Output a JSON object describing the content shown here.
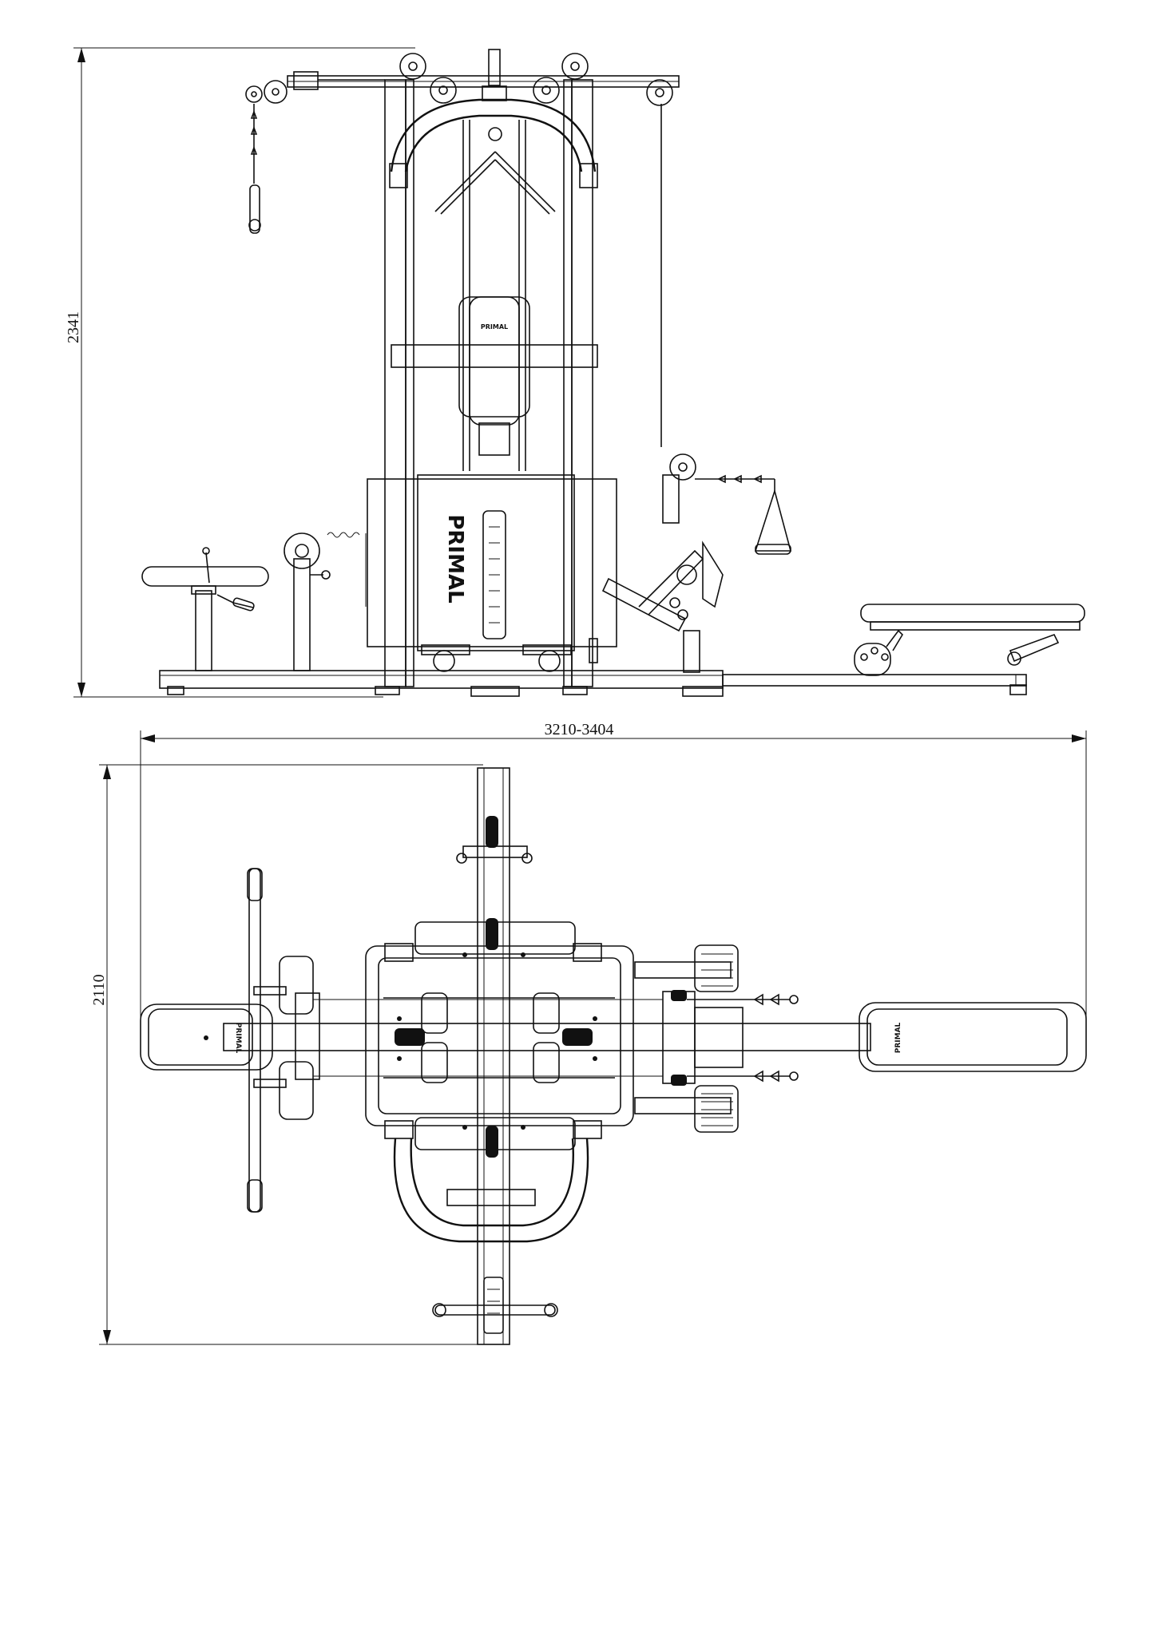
{
  "drawing": {
    "brand_mark": "PRIMAL",
    "dimensions": {
      "height": "2341",
      "length": "3210-3404",
      "depth": "2110"
    }
  }
}
